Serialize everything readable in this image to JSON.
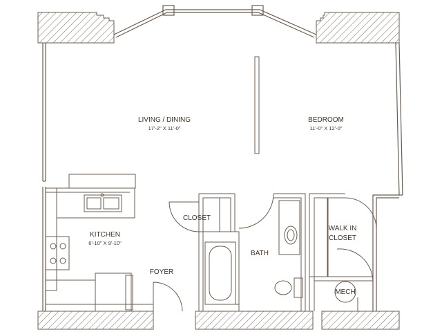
{
  "colors": {
    "line": "#6b5b4d",
    "hatch": "#7a6a5c",
    "text": "#3e3024",
    "background": "#ffffff"
  },
  "rooms": {
    "living": {
      "label": "LIVING / DINING",
      "dims": "17'-2\" X 11'-0\""
    },
    "bedroom": {
      "label": "BEDROOM",
      "dims": "11'-0\" X 12'-0\""
    },
    "kitchen": {
      "label": "KITCHEN",
      "dims": "6'-10\" X 9'-10\""
    },
    "closet": {
      "label": "CLOSET"
    },
    "bath": {
      "label": "BATH"
    },
    "foyer": {
      "label": "FOYER"
    },
    "walk_in_closet": {
      "line1": "WALK IN",
      "line2": "CLOSET"
    },
    "mech": {
      "label": "MECH"
    }
  }
}
